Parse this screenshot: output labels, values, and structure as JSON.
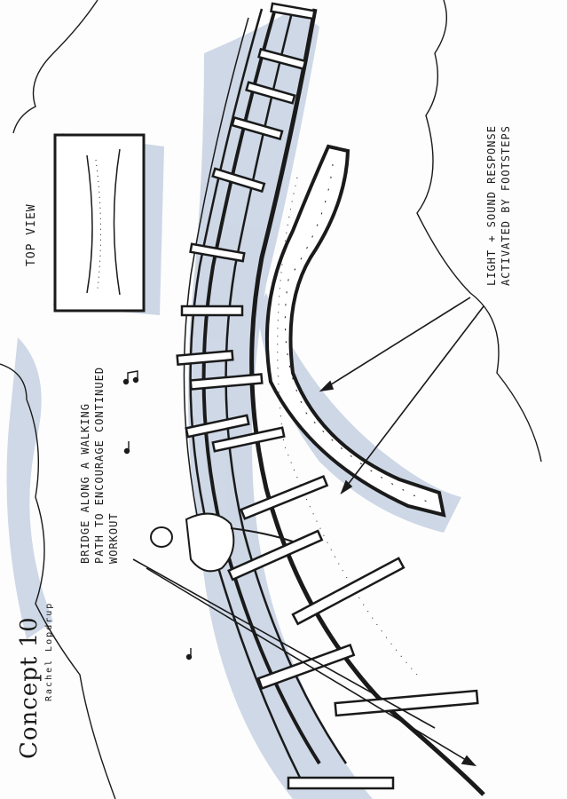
{
  "sketch": {
    "title": "Concept 10",
    "author": "Rachel Lopdrup",
    "top_view_label": "TOP VIEW",
    "annotations": [
      {
        "id": "bridge-note",
        "lines": [
          "BRIDGE ALONG A WALKING",
          "PATH TO ENCOURAGE CONTINUED",
          "WORKOUT"
        ]
      },
      {
        "id": "light-note",
        "lines": [
          "LIGHT + SOUND RESPONSE",
          "ACTIVATED BY FOOTSTEPS"
        ]
      }
    ],
    "palette": {
      "ink": "#1a1a1a",
      "shade": "#b9c8dd",
      "paper": "#fdfdfd"
    }
  }
}
